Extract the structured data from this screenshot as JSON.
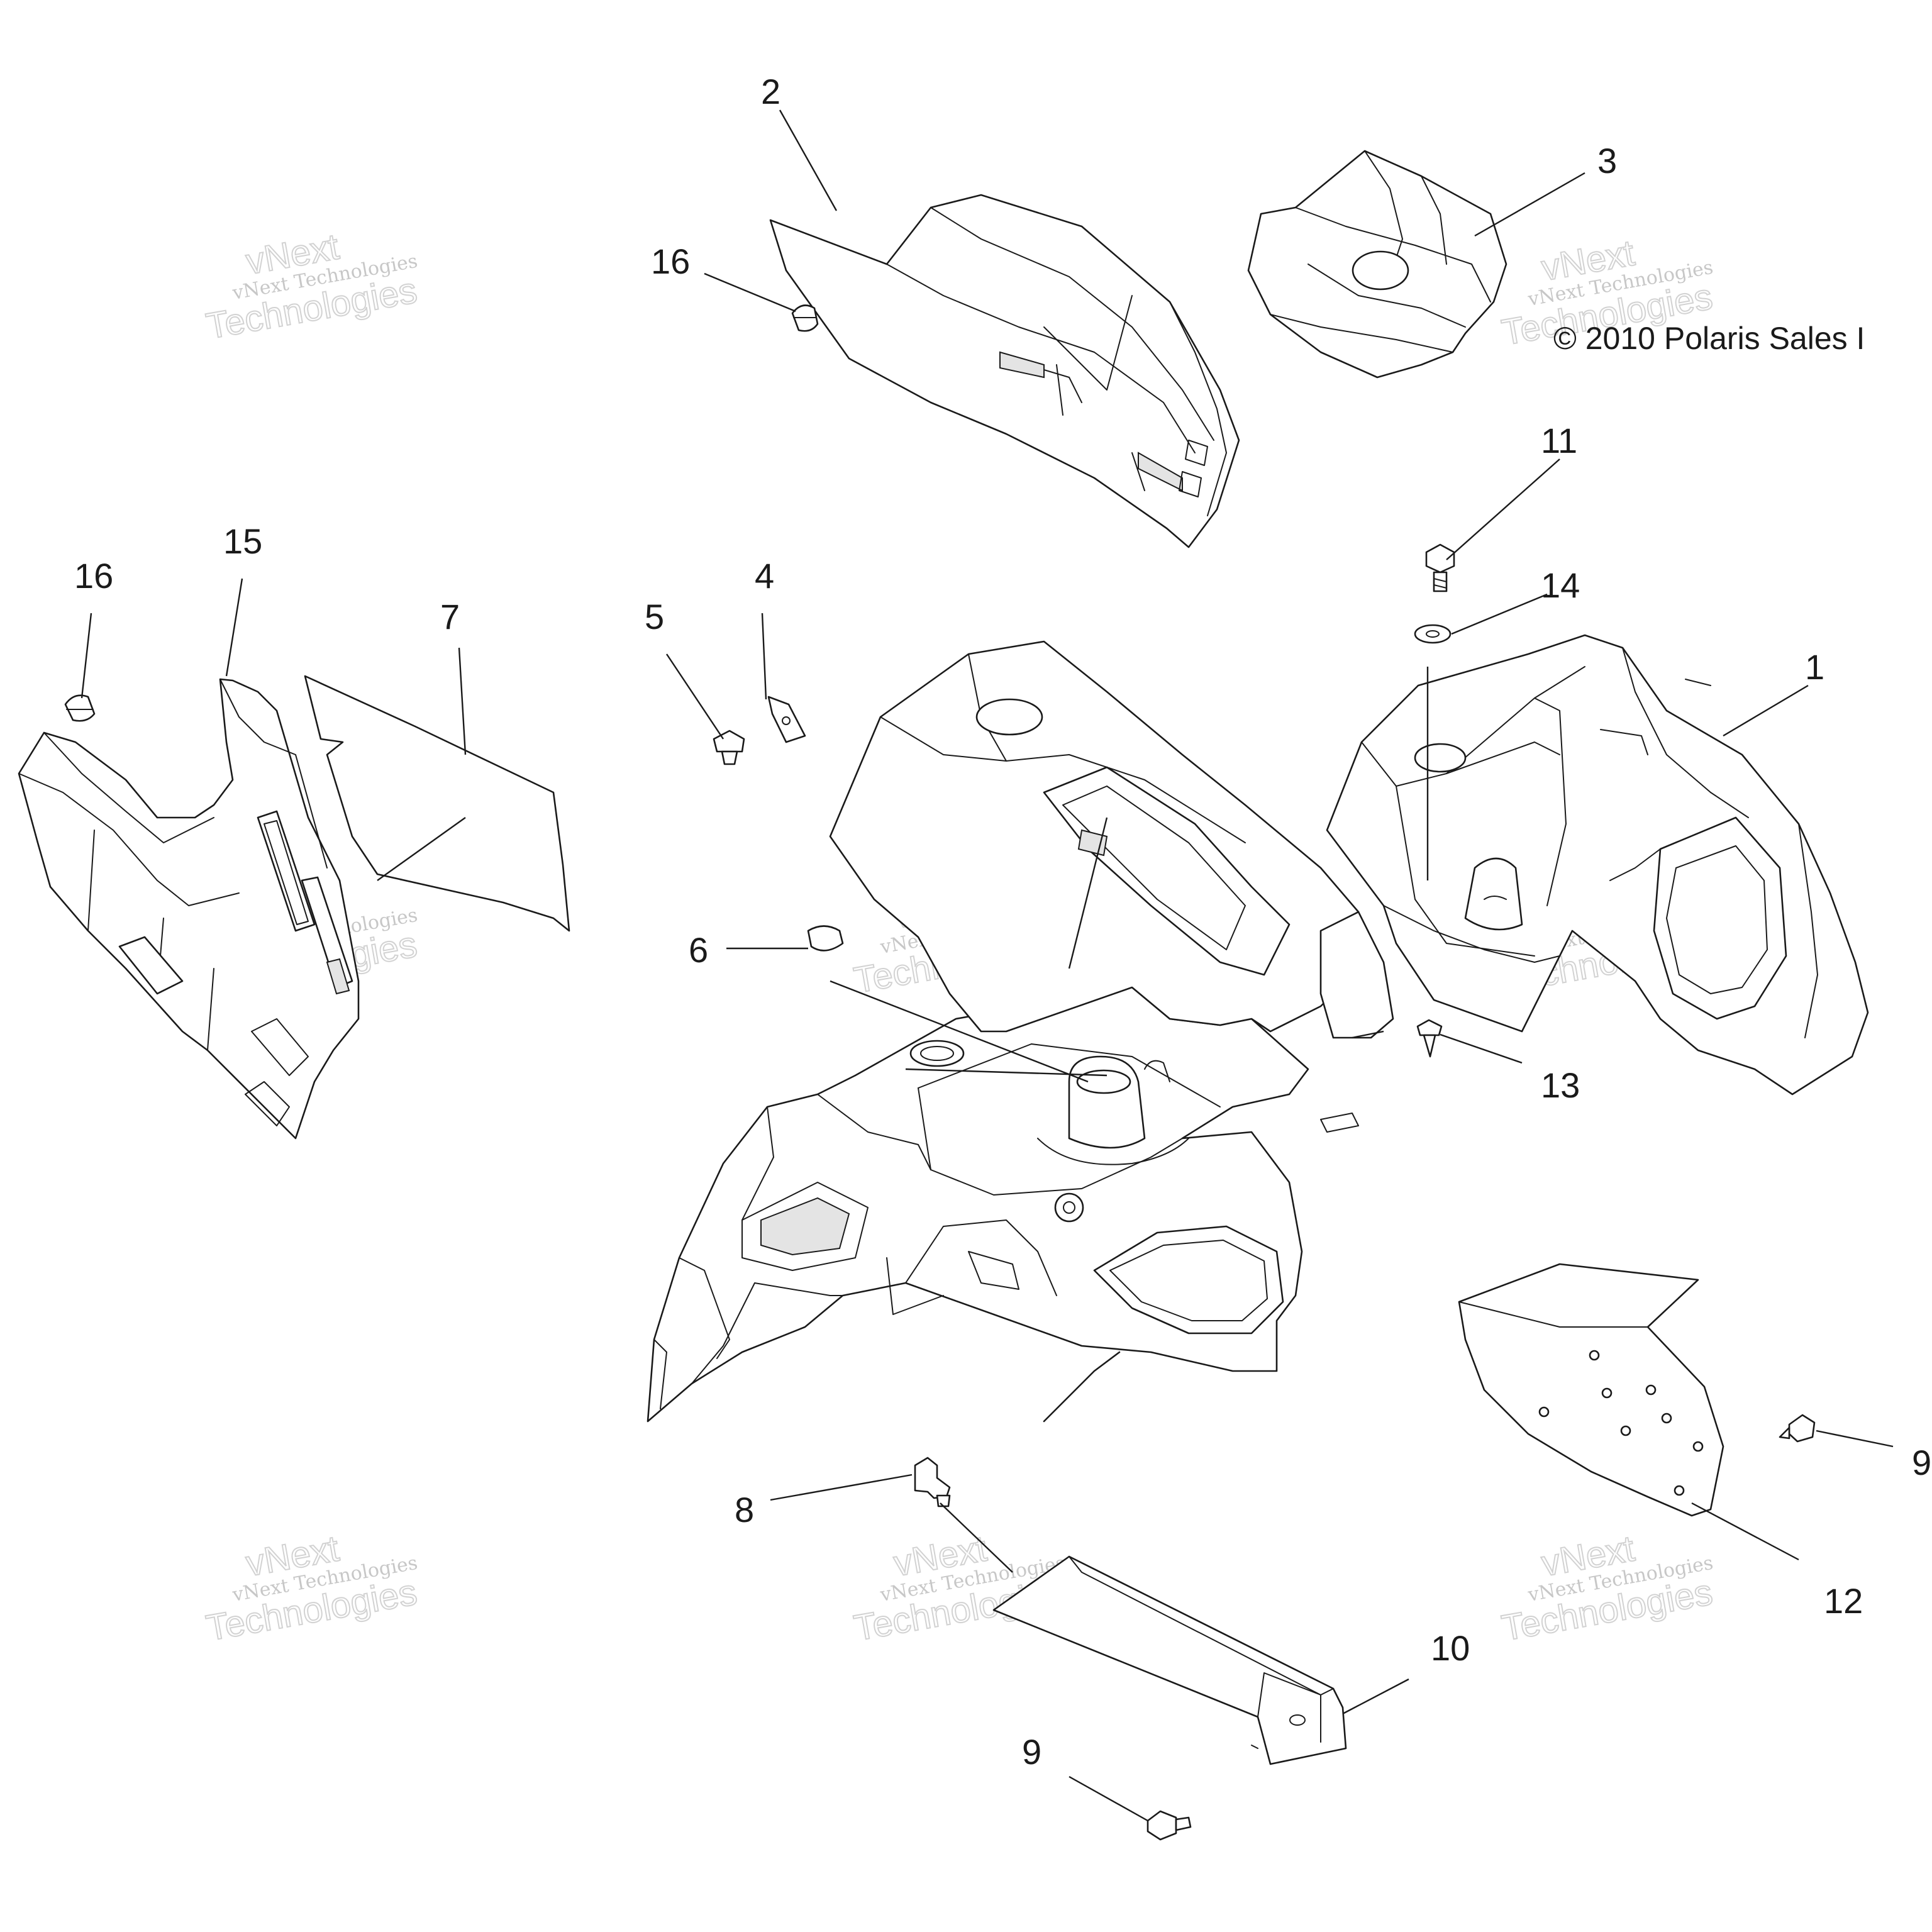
{
  "copyright": "© 2010 Polaris Sales I",
  "callouts": [
    "2",
    "3",
    "16",
    "11",
    "14",
    "1",
    "16",
    "15",
    "7",
    "5",
    "4",
    "6",
    "13",
    "8",
    "9",
    "12",
    "10",
    "9"
  ],
  "watermark": {
    "line1": "vNext Technologies",
    "line2": "vNext",
    "line3": "Technologies"
  }
}
